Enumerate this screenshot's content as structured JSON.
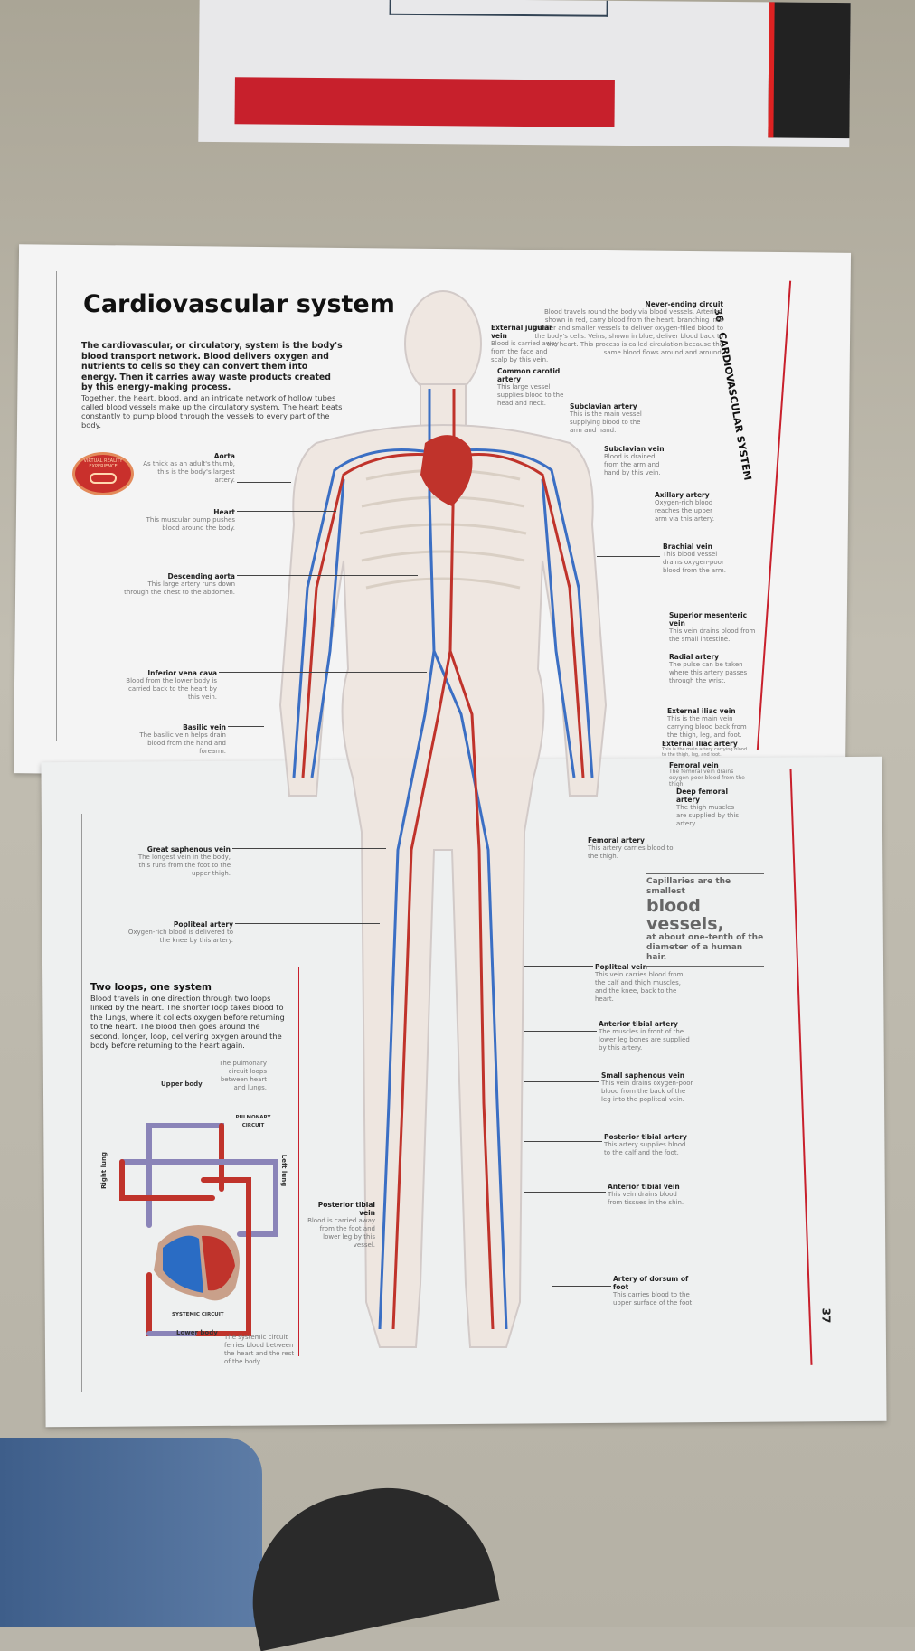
{
  "page": {
    "title": "Cardiovascular system",
    "intro": "The cardiovascular, or circulatory, system is the body's blood transport network. Blood delivers oxygen and nutrients to cells so they can convert them into energy. Then it carries away waste products created by this energy-making process.",
    "intro2": "Together, the heart, blood, and an intricate network of hollow tubes called blood vessels make up the circulatory system. The heart beats constantly to pump blood through the vessels to every part of the body.",
    "vr_badge": "VIRTUAL REALITY EXPERIENCE",
    "section": "CARDIOVASCULAR SYSTEM",
    "page_left": "36",
    "page_right": "37",
    "circuit": {
      "title": "Never-ending circuit",
      "text": "Blood travels round the body via blood vessels. Arteries, shown in red, carry blood from the heart, branching into smaller and smaller vessels to deliver oxygen-filled blood to the body's cells. Veins, shown in blue, deliver blood back to the heart. This process is called circulation because the same blood flows around and around."
    },
    "quote": {
      "pre": "Capillaries are the smallest",
      "big": "blood vessels,",
      "post": "at about one-tenth of the diameter of a human hair."
    }
  },
  "labels_left": [
    {
      "t": "Aorta",
      "d": "As thick as an adult's thumb, this is the body's largest artery."
    },
    {
      "t": "Heart",
      "d": "This muscular pump pushes blood around the body."
    },
    {
      "t": "Descending aorta",
      "d": "This large artery runs down through the chest to the abdomen."
    },
    {
      "t": "Inferior vena cava",
      "d": "Blood from the lower body is carried back to the heart by this vein."
    },
    {
      "t": "Basilic vein",
      "d": "The basilic vein helps drain blood from the hand and forearm."
    },
    {
      "t": "Great saphenous vein",
      "d": "The longest vein in the body, this runs from the foot to the upper thigh."
    },
    {
      "t": "Popliteal artery",
      "d": "Oxygen-rich blood is delivered to the knee by this artery."
    },
    {
      "t": "Posterior tibial vein",
      "d": "Blood is carried away from the foot and lower leg by this vessel."
    }
  ],
  "labels_right": [
    {
      "t": "External jugular vein",
      "d": "Blood is carried away from the face and scalp by this vein."
    },
    {
      "t": "Common carotid artery",
      "d": "This large vessel supplies blood to the head and neck."
    },
    {
      "t": "Subclavian artery",
      "d": "This is the main vessel supplying blood to the arm and hand."
    },
    {
      "t": "Subclavian vein",
      "d": "Blood is drained from the arm and hand by this vein."
    },
    {
      "t": "Axillary artery",
      "d": "Oxygen-rich blood reaches the upper arm via this artery."
    },
    {
      "t": "Brachial vein",
      "d": "This blood vessel drains oxygen-poor blood from the arm."
    },
    {
      "t": "Superior mesenteric vein",
      "d": "This vein drains blood from the small intestine."
    },
    {
      "t": "Radial artery",
      "d": "The pulse can be taken where this artery passes through the wrist."
    },
    {
      "t": "External iliac vein",
      "d": "This is the main vein carrying blood back from the thigh, leg, and foot."
    },
    {
      "t": "External iliac artery",
      "d": "This is the main artery carrying blood to the thigh, leg, and foot."
    },
    {
      "t": "Femoral vein",
      "d": "The femoral vein drains oxygen-poor blood from the thigh."
    },
    {
      "t": "Deep femoral artery",
      "d": "The thigh muscles are supplied by this artery."
    },
    {
      "t": "Femoral artery",
      "d": "This artery carries blood to the thigh."
    },
    {
      "t": "Popliteal vein",
      "d": "This vein carries blood from the calf and thigh muscles, and the knee, back to the heart."
    },
    {
      "t": "Anterior tibial artery",
      "d": "The muscles in front of the lower leg bones are supplied by this artery."
    },
    {
      "t": "Small saphenous vein",
      "d": "This vein drains oxygen-poor blood from the back of the leg into the popliteal vein."
    },
    {
      "t": "Posterior tibial artery",
      "d": "This artery supplies blood to the calf and the foot."
    },
    {
      "t": "Anterior tibial vein",
      "d": "This vein drains blood from tissues in the shin."
    },
    {
      "t": "Artery of dorsum of foot",
      "d": "This carries blood to the upper surface of the foot."
    }
  ],
  "loops": {
    "title": "Two loops, one system",
    "text": "Blood travels in one direction through two loops linked by the heart. The shorter loop takes blood to the lungs, where it collects oxygen before returning to the heart. The blood then goes around the second, longer, loop, delivering oxygen around the body before returning to the heart again.",
    "upper_body": "Upper body",
    "lower_body": "Lower body",
    "right_lung": "Right lung",
    "left_lung": "Left lung",
    "pulmonary": "PULMONARY CIRCUIT",
    "systemic": "SYSTEMIC CIRCUIT",
    "pulmonary_note": "The pulmonary circuit loops between heart and lungs.",
    "systemic_note": "The systemic circuit ferries blood between the heart and the rest of the body."
  },
  "colors": {
    "artery": "#c0332b",
    "vein": "#3b6fc4",
    "accent": "#c8202c"
  }
}
